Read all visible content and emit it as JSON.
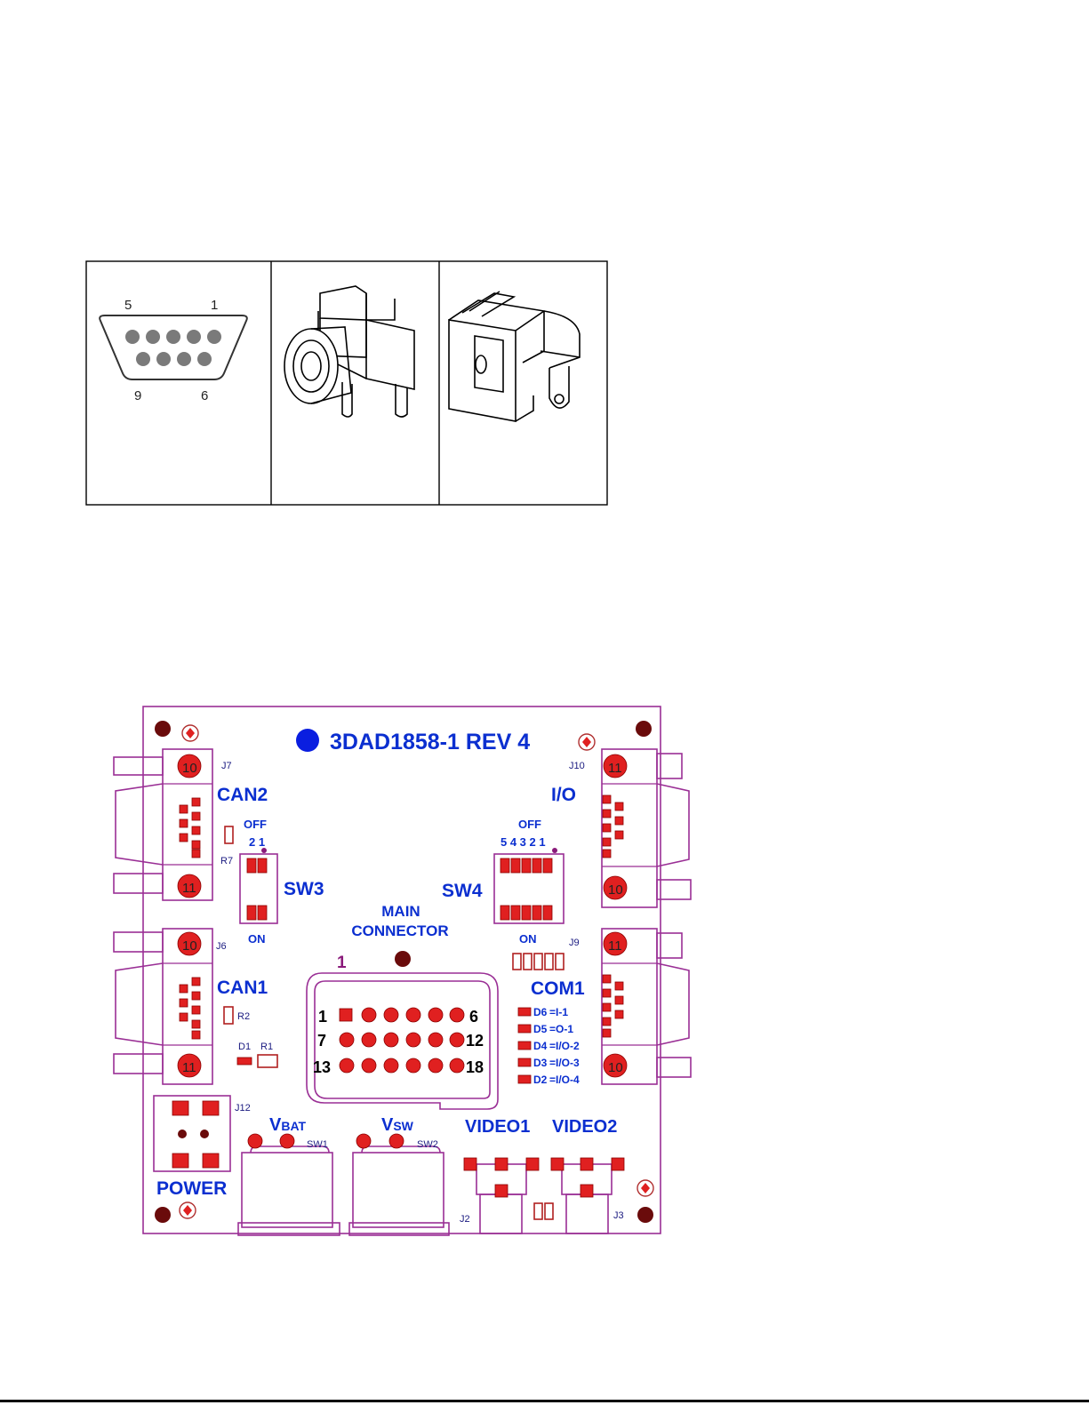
{
  "connector_table": {
    "db9_pin_labels": {
      "top_left": "5",
      "top_right": "1",
      "bottom_left": "9",
      "bottom_right": "6"
    }
  },
  "board": {
    "title": "3DAD1858-1 REV 4",
    "labels": {
      "can2": "CAN2",
      "can1": "CAN1",
      "io": "I/O",
      "com1": "COM1",
      "sw3": "SW3",
      "sw4": "SW4",
      "main_connector_line1": "MAIN",
      "main_connector_line2": "CONNECTOR",
      "power": "POWER",
      "vbat_main": "V",
      "vbat_sub": "BAT",
      "vsw_main": "V",
      "vsw_sub": "SW",
      "video1": "VIDEO1",
      "video2": "VIDEO2",
      "sw3_off": "OFF",
      "sw3_on": "ON",
      "sw3_numbers": "2 1",
      "sw4_off": "OFF",
      "sw4_on": "ON",
      "sw4_numbers": "5 4 3 2 1",
      "pin_one_marker": "1"
    },
    "ref_designators": {
      "j7": "J7",
      "j6": "J6",
      "j10": "J10",
      "j9": "J9",
      "j12": "J12",
      "j2": "J2",
      "j3": "J3",
      "r7": "R7",
      "r2": "R2",
      "r1": "R1",
      "d1": "D1",
      "sw1": "SW1",
      "sw2": "SW2"
    },
    "main_connector_numbers": {
      "r1_left": "1",
      "r1_right": "6",
      "r2_left": "7",
      "r2_right": "12",
      "r3_left": "13",
      "r3_right": "18"
    },
    "led_legend": [
      {
        "ref": "D6",
        "label": "=I-1"
      },
      {
        "ref": "D5",
        "label": "=O-1"
      },
      {
        "ref": "D4",
        "label": "=I/O-2"
      },
      {
        "ref": "D3",
        "label": "=I/O-3"
      },
      {
        "ref": "D2",
        "label": "=I/O-4"
      }
    ],
    "connector_pin_numbers": {
      "top": "10",
      "bottom": "11"
    },
    "colors": {
      "outline": "#9a2f95",
      "pad": "#e02020",
      "label": "#0b2fd0",
      "logo_dot": "#0a1ee0"
    }
  }
}
